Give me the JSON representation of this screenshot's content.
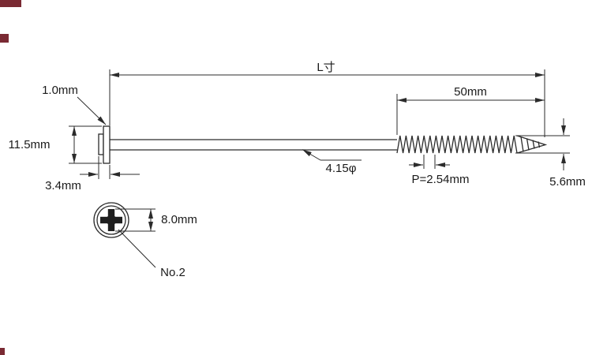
{
  "drawing": {
    "type": "screw-dimension-diagram",
    "dimensions": {
      "overall_length_label": "L寸",
      "thread_length": "50mm",
      "head_flange_thickness": "1.0mm",
      "head_diameter": "11.5mm",
      "head_height": "3.4mm",
      "shank_diameter": "4.15φ",
      "thread_pitch": "P=2.54mm",
      "thread_outer_diameter": "5.6mm",
      "recess_width": "8.0mm",
      "recess_size_no": "No.2"
    },
    "colors": {
      "line": "#2b2b2b",
      "text": "#1a1a1a",
      "watermark": "#7a2a33",
      "background": "#ffffff"
    }
  }
}
